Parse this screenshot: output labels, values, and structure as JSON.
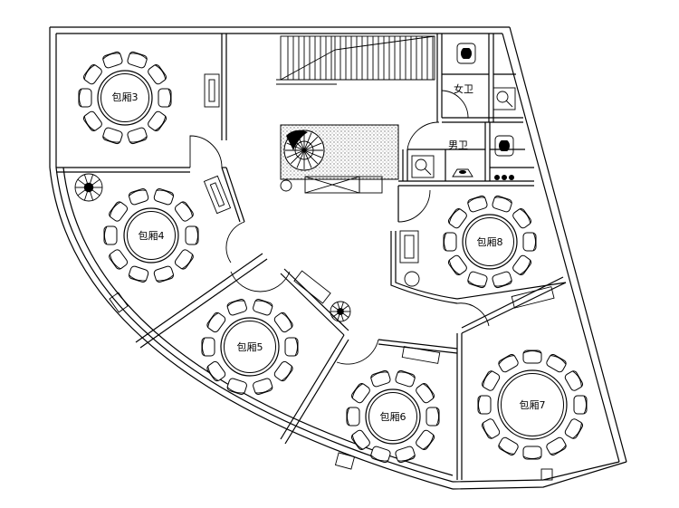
{
  "rooms": {
    "room3": "包厢3",
    "room4": "包厢4",
    "room5": "包厢5",
    "room6": "包厢6",
    "room7": "包厢7",
    "room8": "包厢8",
    "womens_restroom": "女卫",
    "mens_restroom": "男卫"
  }
}
